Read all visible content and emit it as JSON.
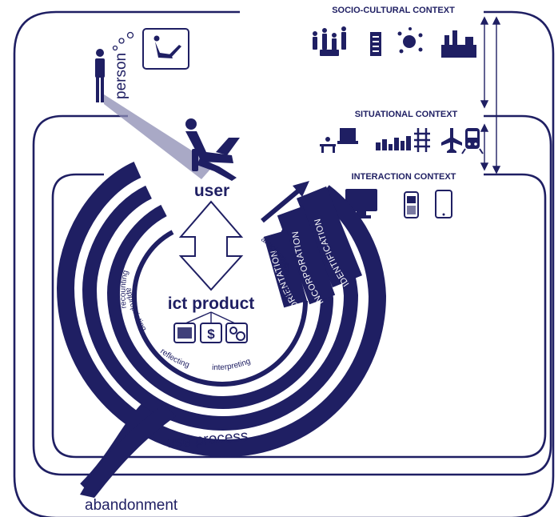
{
  "colors": {
    "navy": "#1f1f63",
    "shade": "#8c8cb3",
    "white": "#ffffff"
  },
  "contexts": {
    "socio_cultural": "SOCIO-CULTURAL CONTEXT",
    "situational": "SITUATIONAL CONTEXT",
    "interaction": "INTERACTION CONTEXT"
  },
  "actors": {
    "person": "person",
    "user": "user"
  },
  "product": {
    "label": "ict product"
  },
  "process": {
    "label": "use process",
    "abandonment": "abandonment"
  },
  "stages": {
    "orientation": "ORIENTATION",
    "incorporation": "INCORPORATION",
    "identification": "IDENTIFICATION"
  },
  "activities": {
    "recounting": "recounting",
    "appropriating": "appropriating",
    "reflecting": "reflecting",
    "interpreting": "interpreting",
    "connecting": "connecting",
    "anticipating": "anticipating"
  },
  "icons": {
    "socio": [
      "people-group-icon",
      "document-list-icon",
      "globe-network-icon",
      "factory-icon"
    ],
    "situational": [
      "desk-workplace-icon",
      "city-skyline-icon",
      "railroad-icon",
      "airplane-icon",
      "train-icon"
    ],
    "interaction": [
      "desktop-monitor-icon",
      "mobile-phone-icon",
      "tablet-icon"
    ],
    "product": [
      "browser-window-icon",
      "dollar-icon",
      "settings-gears-icon"
    ]
  }
}
